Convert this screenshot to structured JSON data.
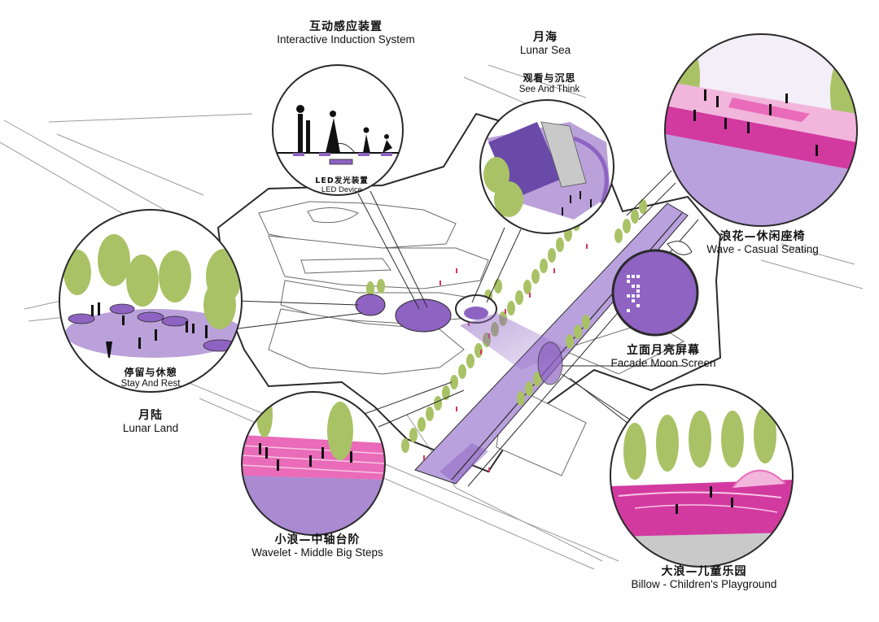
{
  "colors": {
    "purple": "#8e63c2",
    "light_purple": "#b9a1dd",
    "magenta": "#d23aa0",
    "pink": "#e96bb9",
    "tree_green": "#a9c266",
    "line": "#2a2a2a",
    "outline_gray": "#9a9a9a"
  },
  "labels": {
    "interactive": {
      "cn": "互动感应装置",
      "en": "Interactive Induction System"
    },
    "led": {
      "cn": "LED发光装置",
      "en": "LED Device"
    },
    "lunar_sea": {
      "cn": "月海",
      "en": "Lunar Sea"
    },
    "see_think": {
      "cn": "观看与沉思",
      "en": "See And Think"
    },
    "wave": {
      "cn": "浪花—休闲座椅",
      "en": "Wave - Casual Seating"
    },
    "facade": {
      "cn": "立面月亮屏幕",
      "en": "Facade Moon Screen"
    },
    "stay_rest": {
      "cn": "停留与休憩",
      "en": "Stay And Rest"
    },
    "lunar_land": {
      "cn": "月陆",
      "en": "Lunar Land"
    },
    "wavelet": {
      "cn": "小浪—中轴台阶",
      "en": "Wavelet - Middle Big Steps"
    },
    "billow": {
      "cn": "大浪—儿童乐园",
      "en": "Billow - Children's Playground"
    }
  }
}
